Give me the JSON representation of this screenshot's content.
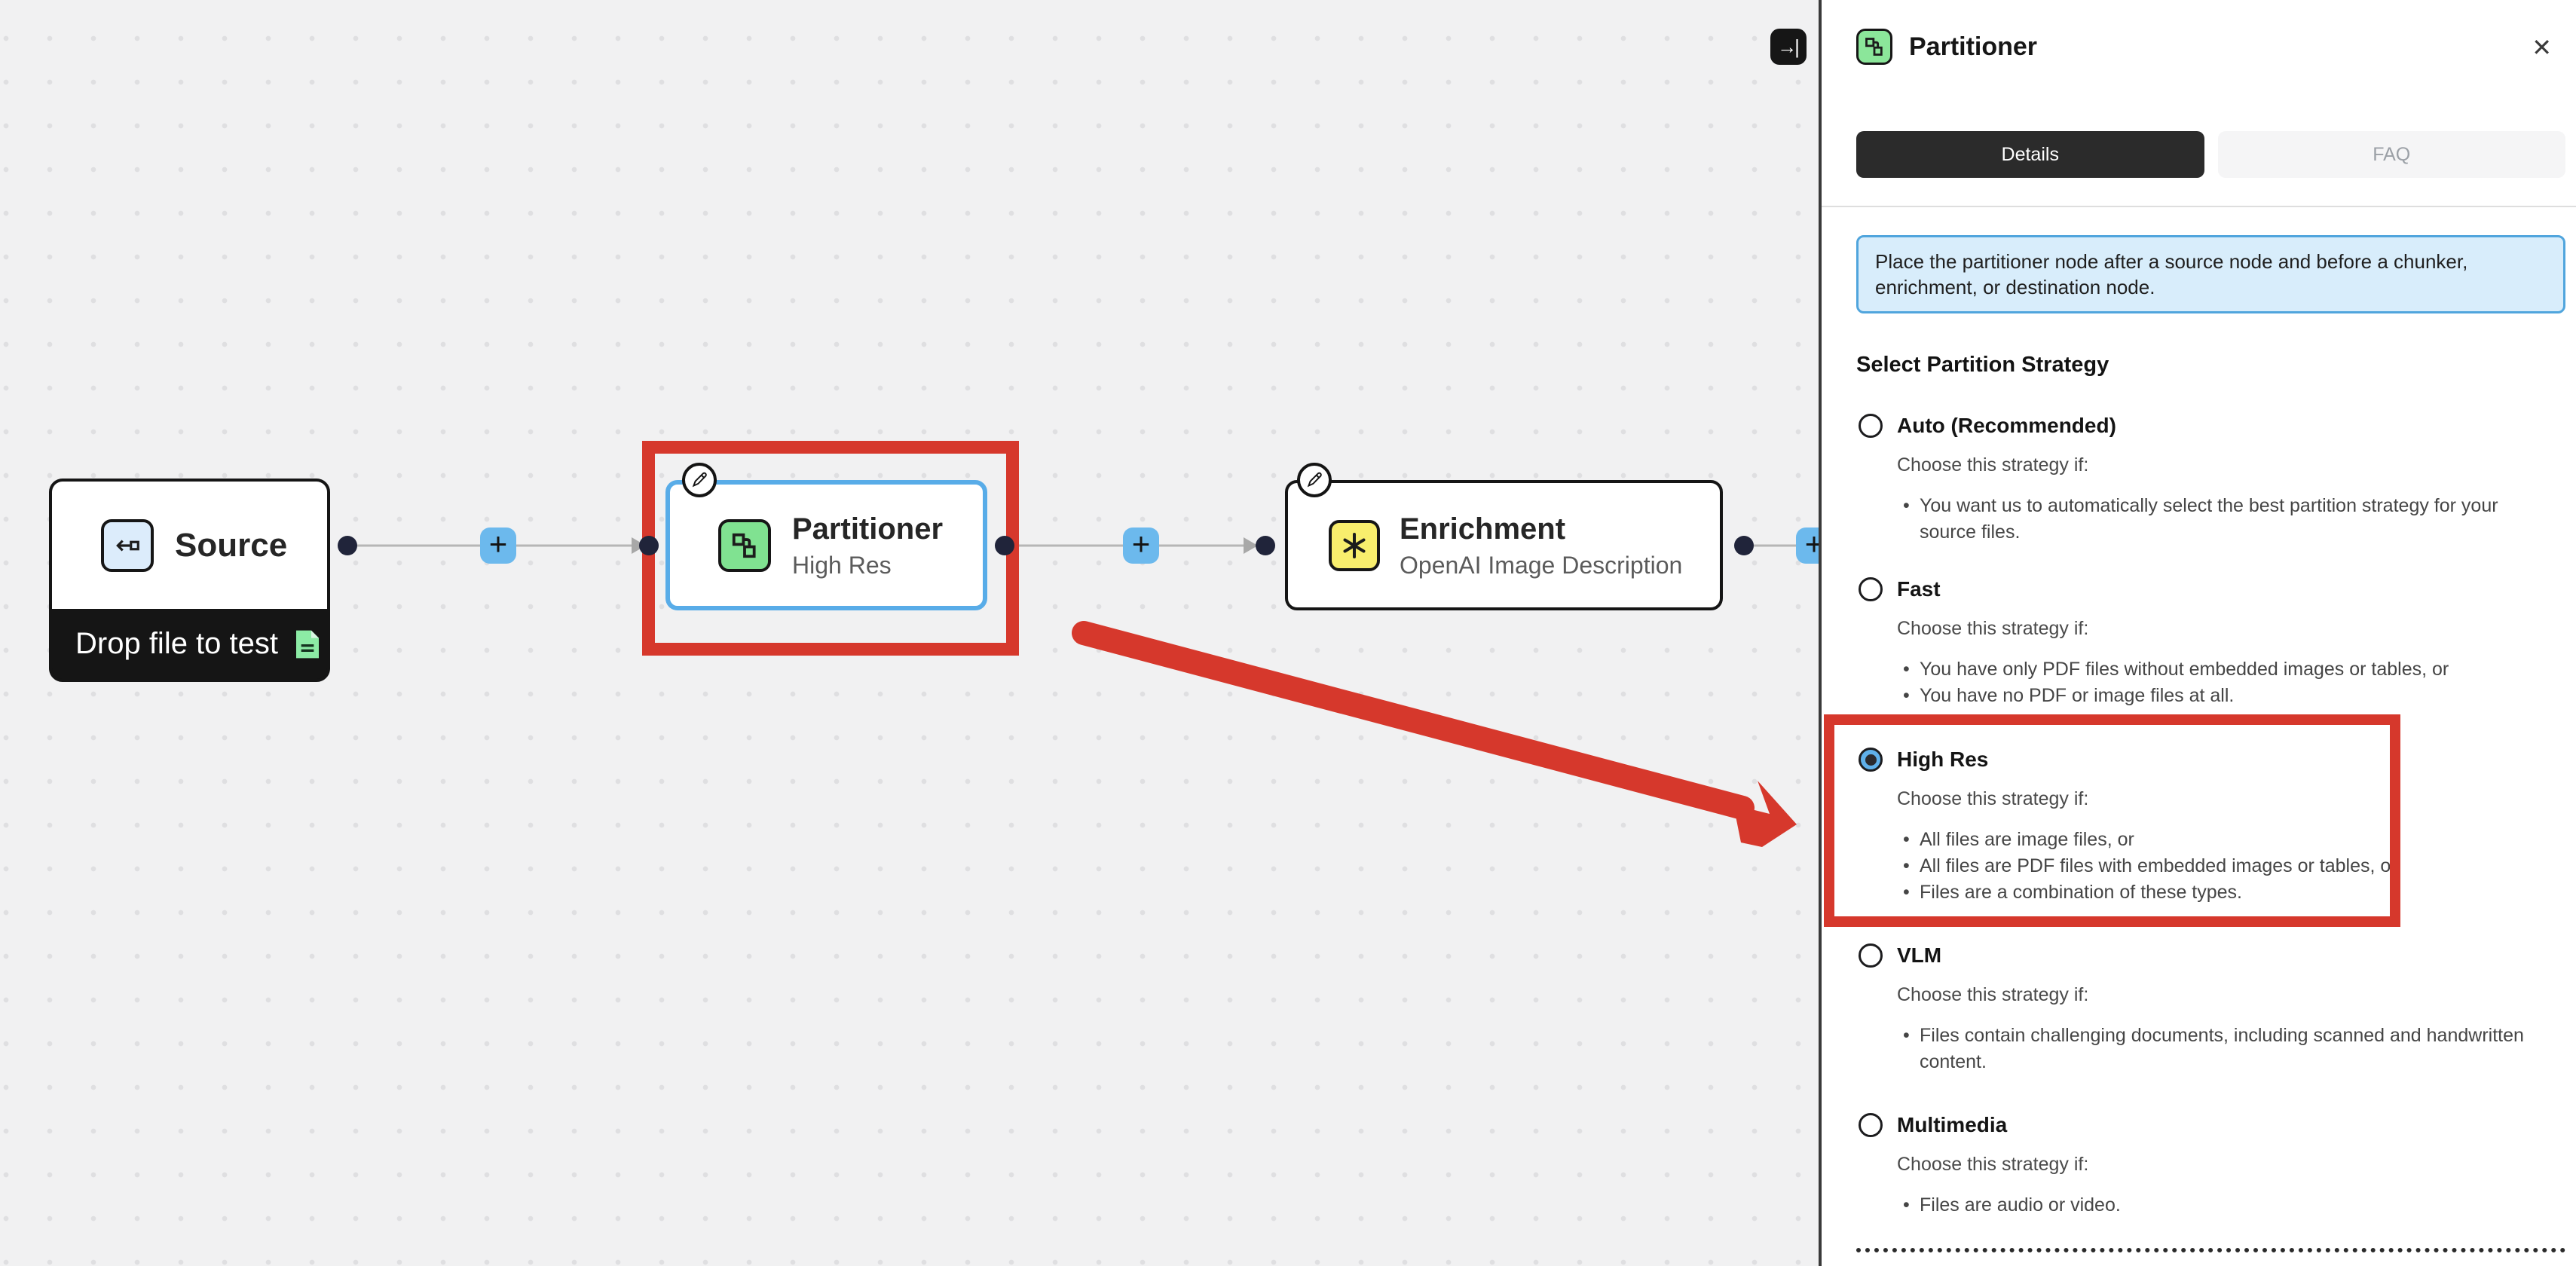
{
  "canvas": {
    "collapse_label": "→|",
    "plus_label": "+",
    "nodes": {
      "source": {
        "title": "Source",
        "badge": "Drop file to test"
      },
      "partitioner": {
        "title": "Partitioner",
        "subtitle": "High Res"
      },
      "enrichment": {
        "title": "Enrichment",
        "subtitle": "OpenAI Image Description"
      }
    }
  },
  "panel": {
    "title": "Partitioner",
    "close_label": "✕",
    "tabs": [
      {
        "label": "Details",
        "active": true
      },
      {
        "label": "FAQ",
        "active": false
      }
    ],
    "info": "Place the partitioner node after a source node and before a chunker, enrichment, or destination node.",
    "strategy_heading": "Select Partition Strategy",
    "choose_label": "Choose this strategy if:",
    "options": [
      {
        "label": "Auto (Recommended)",
        "selected": false,
        "bullets": [
          "You want us to automatically select the best partition strategy for your source files."
        ]
      },
      {
        "label": "Fast",
        "selected": false,
        "bullets": [
          "You have only PDF files without embedded images or tables, or",
          "You have no PDF or image files at all."
        ]
      },
      {
        "label": "High Res",
        "selected": true,
        "bullets": [
          "All files are image files, or",
          "All files are PDF files with embedded images or tables, or",
          "Files are a combination of these types."
        ]
      },
      {
        "label": "VLM",
        "selected": false,
        "bullets": [
          "Files contain challenging documents, including scanned and handwritten content."
        ]
      },
      {
        "label": "Multimedia",
        "selected": false,
        "bullets": [
          "Files are audio or video."
        ]
      }
    ]
  },
  "colors": {
    "annotation_red": "#d6382c",
    "selected_node_border": "#58ace8",
    "accent_blue": "#6cb9ed",
    "partitioner_green": "#80e291",
    "enrichment_yellow": "#f8ee6d",
    "source_blue": "#dcecfb",
    "info_bg": "#d8edfb",
    "info_border": "#50a5dd",
    "port_dark": "#20243a"
  }
}
